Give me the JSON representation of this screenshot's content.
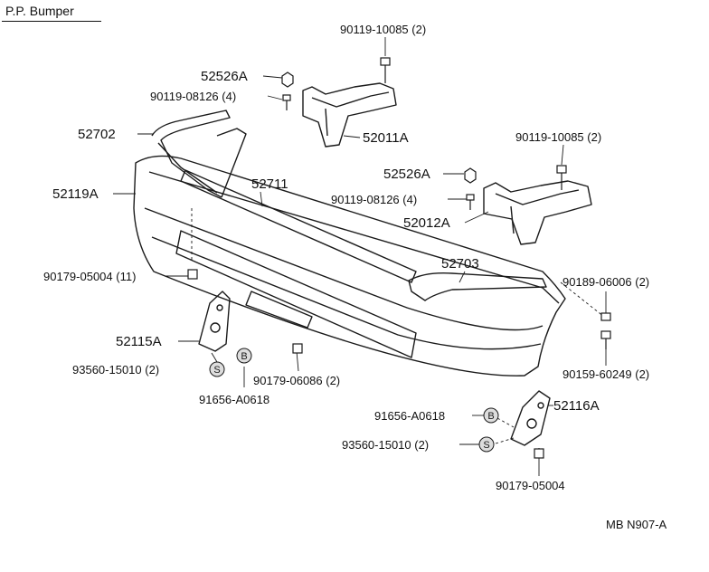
{
  "title": "P.P. Bumper",
  "reference": "MB N907-A",
  "colors": {
    "ink": "#1a1a1a",
    "paper": "#ffffff"
  },
  "parts": {
    "p52702": "52702",
    "p52119A": "52119A",
    "p52711": "52711",
    "p52703": "52703",
    "p52526A_left": "52526A",
    "p52526A_right": "52526A",
    "p52011A": "52011A",
    "p52012A": "52012A",
    "p52115A": "52115A",
    "p52116A": "52116A",
    "bolt_10085_left": "90119-10085 (2)",
    "bolt_10085_right": "90119-10085 (2)",
    "bolt_08126_left": "90119-08126 (4)",
    "bolt_08126_right": "90119-08126 (4)",
    "clip_05004_11": "90179-05004 (11)",
    "clip_05004": "90179-05004",
    "nut_06086": "90179-06086 (2)",
    "bolt_06006": "90189-06006 (2)",
    "screw_60249": "90159-60249 (2)",
    "rivet_15010_left": "93560-15010 (2)",
    "rivet_15010_right": "93560-15010 (2)",
    "clip_A0618_left": "91656-A0618",
    "clip_A0618_right": "91656-A0618"
  },
  "symbols": {
    "s": "S",
    "b": "B"
  }
}
